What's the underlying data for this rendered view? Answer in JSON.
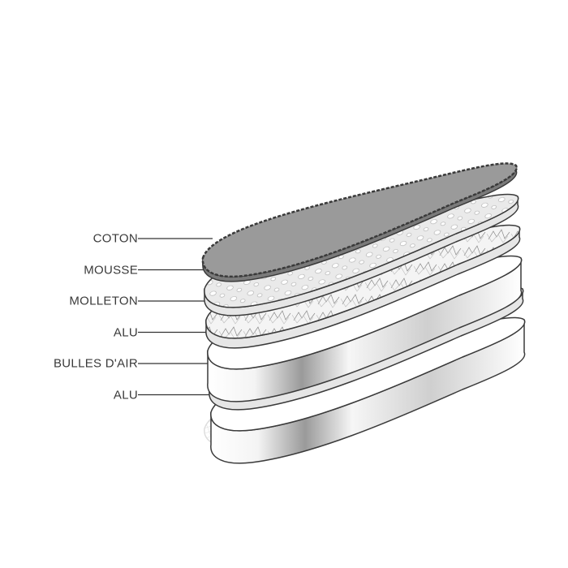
{
  "layers": [
    {
      "label": "COTON",
      "type": "coton"
    },
    {
      "label": "MOUSSE",
      "type": "mousse"
    },
    {
      "label": "MOLLETON",
      "type": "molleton"
    },
    {
      "label": "ALU",
      "type": "alu"
    },
    {
      "label": "BULLES D'AIR",
      "type": "bulles"
    },
    {
      "label": "ALU",
      "type": "alu"
    }
  ],
  "colors": {
    "coton": "#9a9a9a",
    "outline": "#3a3a3a",
    "alu_light": "#ffffff",
    "alu_dark": "#8a8a8a",
    "bubble": "#a8a8a8"
  }
}
